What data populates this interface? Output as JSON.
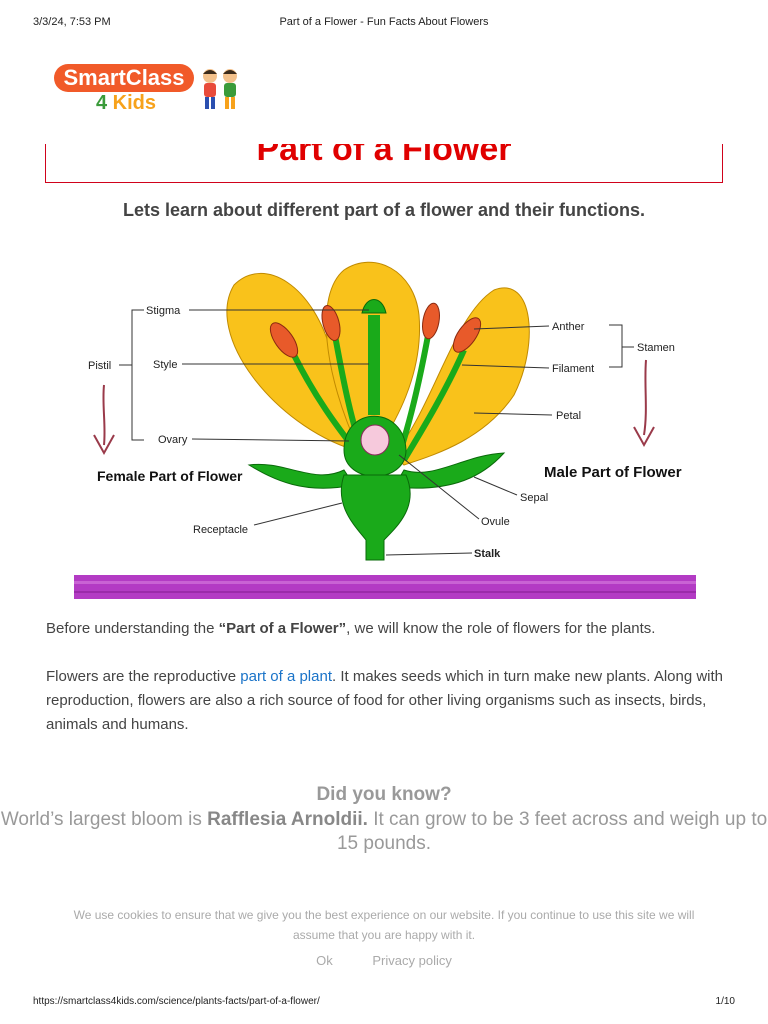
{
  "print": {
    "date": "3/3/24, 7:53 PM",
    "title": "Part of a Flower - Fun Facts About Flowers",
    "url": "https://smartclass4kids.com/science/plants-facts/part-of-a-flower/",
    "page": "1/10"
  },
  "logo": {
    "line1": "SmartClass",
    "four": "4",
    "kids": " Kids"
  },
  "heading": "Part of a Flower",
  "subtitle": "Lets learn about different part of a flower and their functions.",
  "diagram": {
    "labels": {
      "stigma": "Stigma",
      "style": "Style",
      "pistil": "Pistil",
      "ovary": "Ovary",
      "female": "Female Part of Flower",
      "receptacle": "Receptacle",
      "anther": "Anther",
      "filament": "Filament",
      "stamen": "Stamen",
      "petal": "Petal",
      "male": "Male Part of Flower",
      "sepal": "Sepal",
      "ovule": "Ovule",
      "stalk": "Stalk"
    },
    "colors": {
      "petal": "#f9c21b",
      "stem": "#1aaa1a",
      "anther": "#e85a2a",
      "ground": "#b33bc4"
    }
  },
  "para1": {
    "before": "Before understanding the ",
    "bold": "“Part of a Flower”",
    "after": ", we will know the role of flowers for the plants."
  },
  "para2": {
    "before": "Flowers are the reproductive ",
    "link": "part of a plant",
    "after": ". It makes seeds which in turn make new plants. Along with reproduction, flowers are also a rich source of food for other living organisms such as insects, birds, animals and humans."
  },
  "did_you_know": {
    "heading": "Did you know?",
    "before": "World’s largest bloom is ",
    "bold": "Rafflesia Arnoldii.",
    "after": " It can grow to be 3 feet across and weigh up to 15 pounds."
  },
  "cookie": {
    "text": "We use cookies to ensure that we give you the best experience on our website. If you continue to use this site we will assume that you are happy with it.",
    "ok": "Ok",
    "privacy": "Privacy policy"
  }
}
